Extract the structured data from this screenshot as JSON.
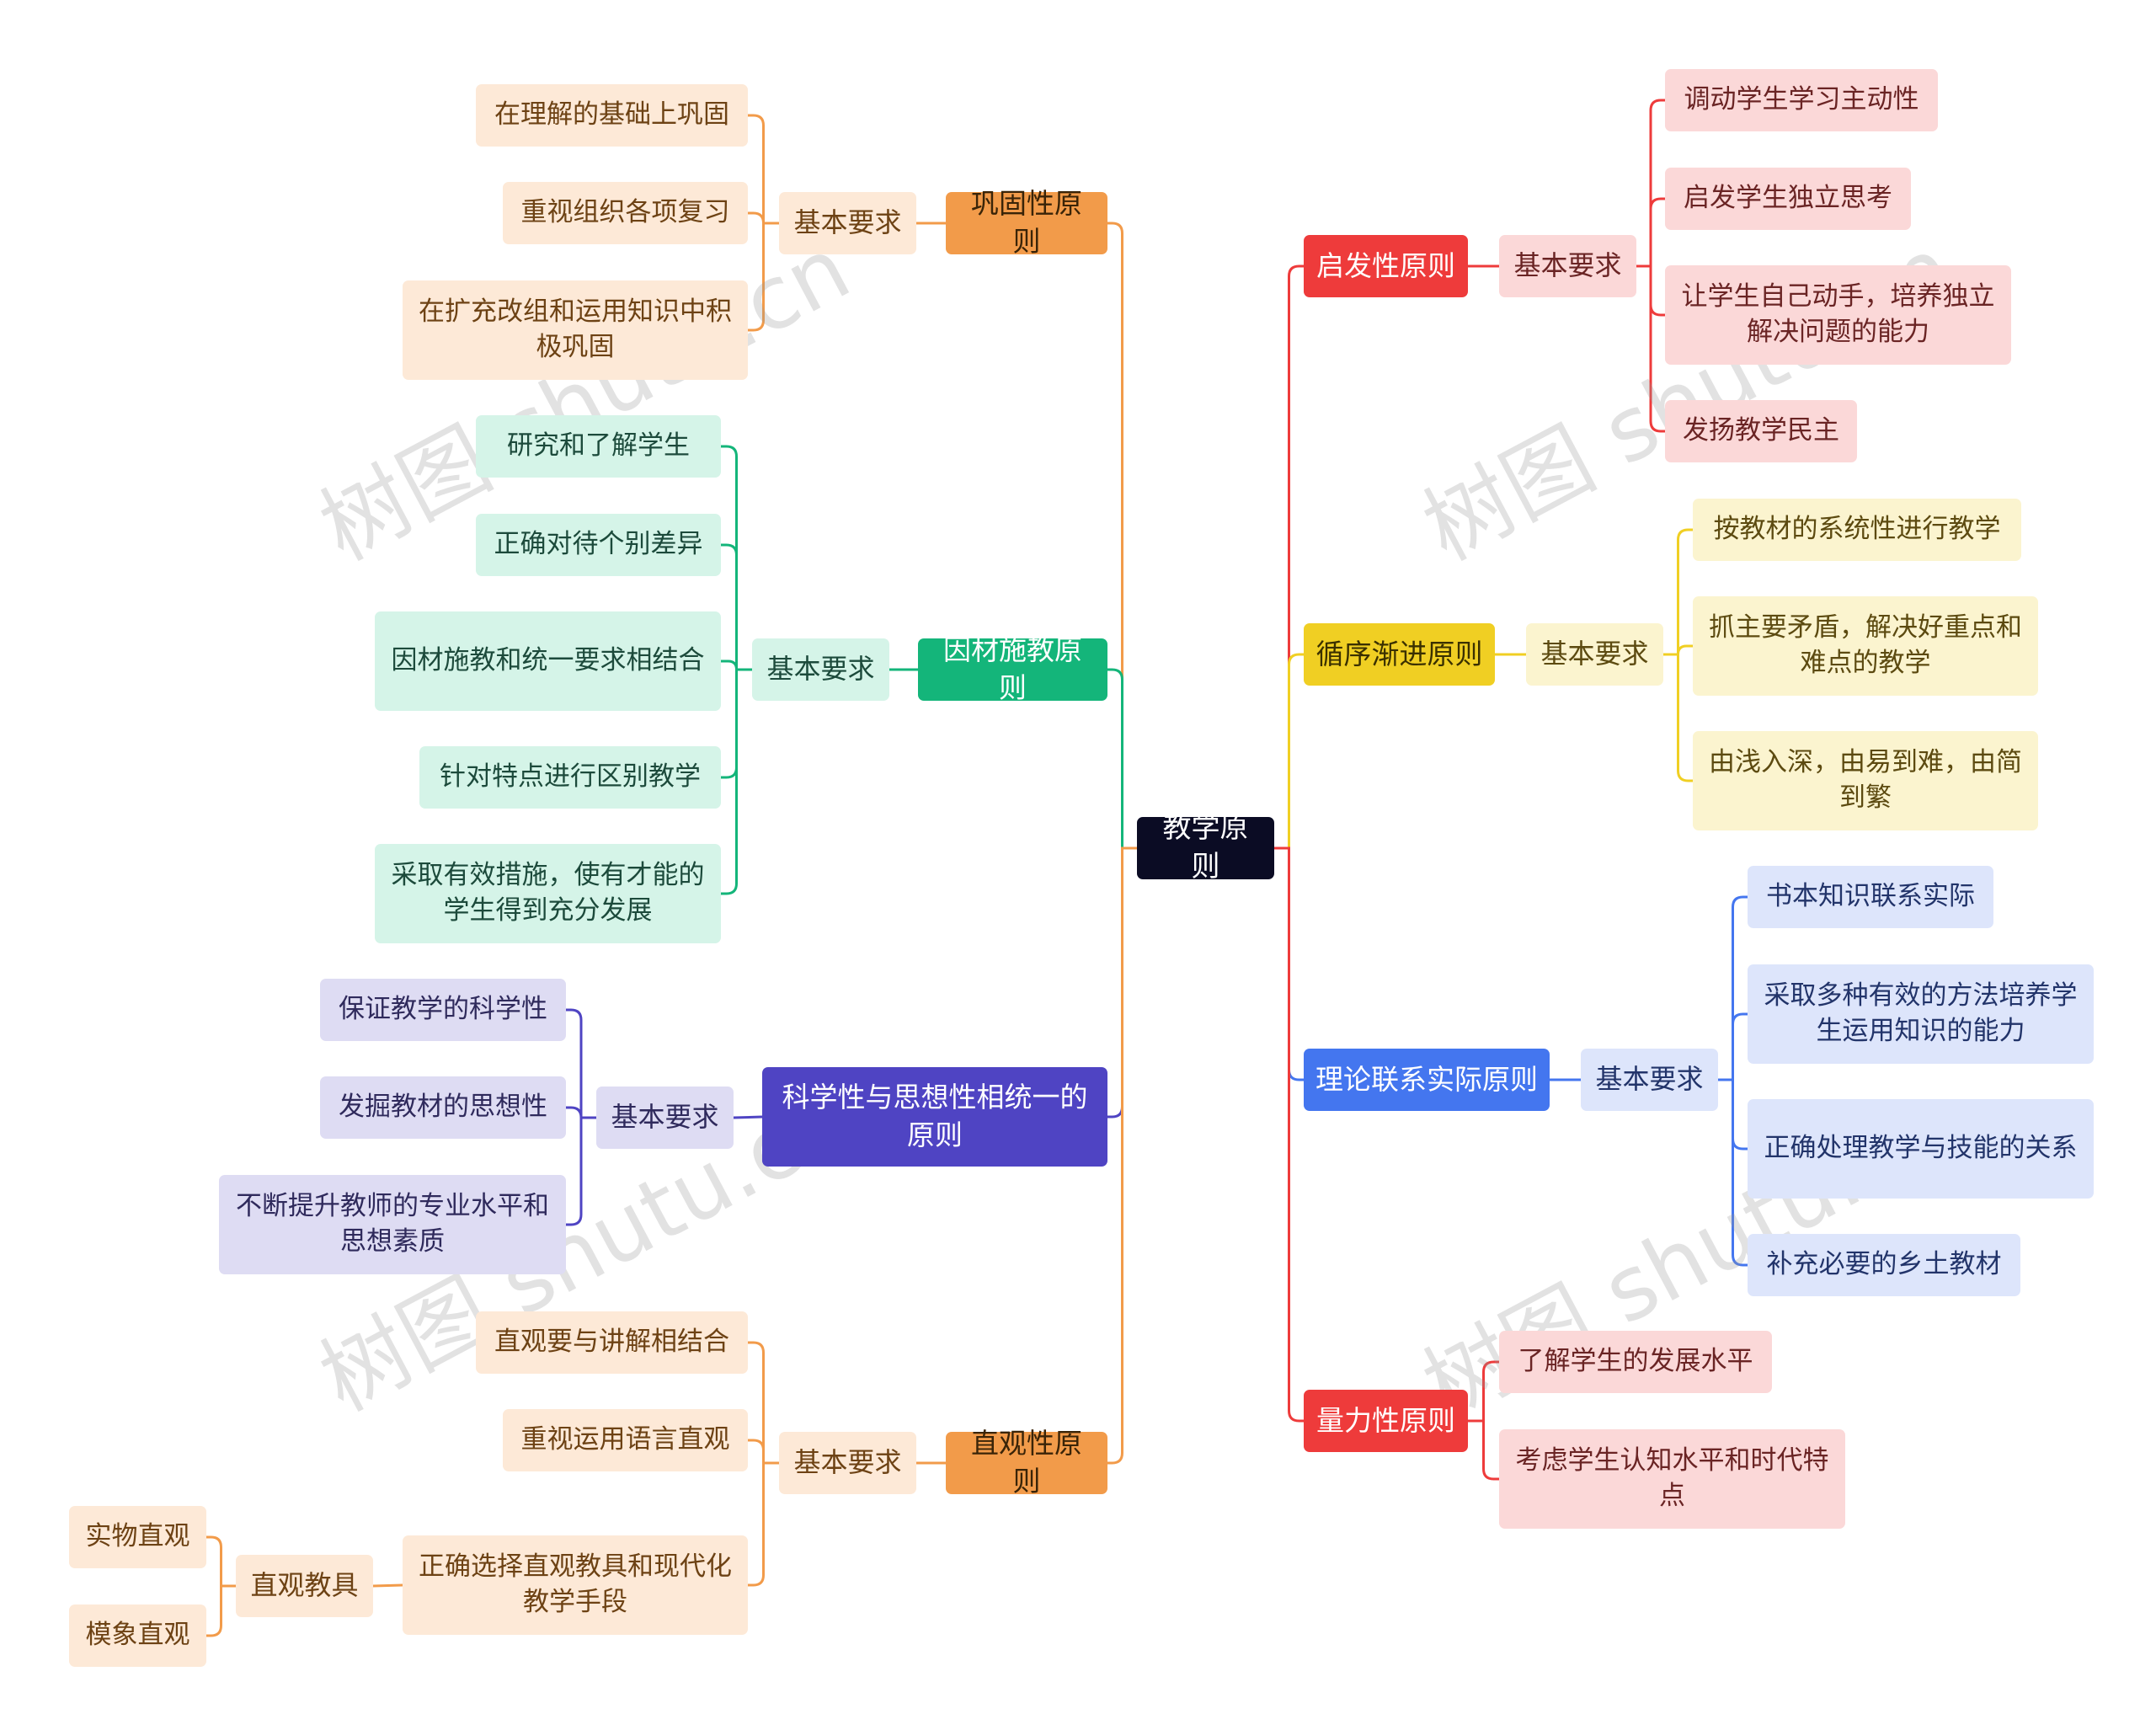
{
  "watermark": "树图 shutu.cn",
  "root": "教学原则",
  "colors": {
    "orange": "#f29b4a",
    "green": "#14b57a",
    "purple": "#4f44c3",
    "red": "#ee3b3b",
    "yellow": "#f0cf23",
    "blue": "#4476ef",
    "root": "#0b0c24"
  },
  "left": {
    "gonggu": {
      "title": "巩固性原则",
      "req": "基本要求",
      "items": [
        "在理解的基础上巩固",
        "重视组织各项复习",
        "在扩充改组和运用知识中积极巩固"
      ]
    },
    "yincai": {
      "title": "因材施教原则",
      "req": "基本要求",
      "items": [
        "研究和了解学生",
        "正确对待个别差异",
        "因材施教和统一要求相结合",
        "针对特点进行区别教学",
        "采取有效措施，使有才能的学生得到充分发展"
      ]
    },
    "kexue": {
      "title": "科学性与思想性相统一的原则",
      "req": "基本要求",
      "items": [
        "保证教学的科学性",
        "发掘教材的思想性",
        "不断提升教师的专业水平和思想素质"
      ]
    },
    "zhiguan": {
      "title": "直观性原则",
      "req": "基本要求",
      "items": [
        "直观要与讲解相结合",
        "重视运用语言直观",
        "正确选择直观教具和现代化教学手段"
      ],
      "tools": "直观教具",
      "tool_items": [
        "实物直观",
        "模象直观"
      ]
    }
  },
  "right": {
    "qifa": {
      "title": "启发性原则",
      "req": "基本要求",
      "items": [
        "调动学生学习主动性",
        "启发学生独立思考",
        "让学生自己动手，培养独立解决问题的能力",
        "发扬教学民主"
      ]
    },
    "xunxu": {
      "title": "循序渐进原则",
      "req": "基本要求",
      "items": [
        "按教材的系统性进行教学",
        "抓主要矛盾，解决好重点和难点的教学",
        "由浅入深，由易到难，由简到繁"
      ]
    },
    "lilun": {
      "title": "理论联系实际原则",
      "req": "基本要求",
      "items": [
        "书本知识联系实际",
        "采取多种有效的方法培养学生运用知识的能力",
        "正确处理教学与技能的关系",
        "补充必要的乡土教材"
      ]
    },
    "liangli": {
      "title": "量力性原则",
      "items": [
        "了解学生的发展水平",
        "考虑学生认知水平和时代特点"
      ]
    }
  }
}
